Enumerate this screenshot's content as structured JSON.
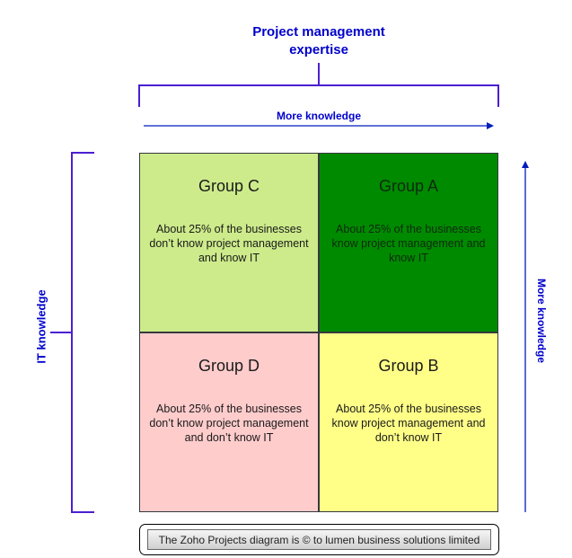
{
  "diagram": {
    "x_axis": {
      "title": "Project management expertise",
      "arrow_label": "More knowledge"
    },
    "y_axis": {
      "title": "IT knowledge",
      "arrow_label": "More knowledge"
    },
    "quadrants": {
      "top_left": {
        "title": "Group C",
        "description": "About 25% of the businesses don’t know project management and know IT",
        "color": "#cdeb8b"
      },
      "top_right": {
        "title": "Group A",
        "description": "About 25% of the businesses know project management and know IT",
        "color": "#008a00"
      },
      "bottom_left": {
        "title": "Group D",
        "description": "About 25% of the businesses don’t know project management and don’t know IT",
        "color": "#ffcccc"
      },
      "bottom_right": {
        "title": "Group B",
        "description": "About 25% of the businesses know project management and don’t know IT",
        "color": "#ffff88"
      }
    },
    "footer": {
      "text": "The Zoho Projects diagram is © to lumen business solutions limited"
    },
    "colors": {
      "label_blue": "#0000cc",
      "bracket": "#4b1fd1",
      "arrow": "#001dbc"
    }
  }
}
